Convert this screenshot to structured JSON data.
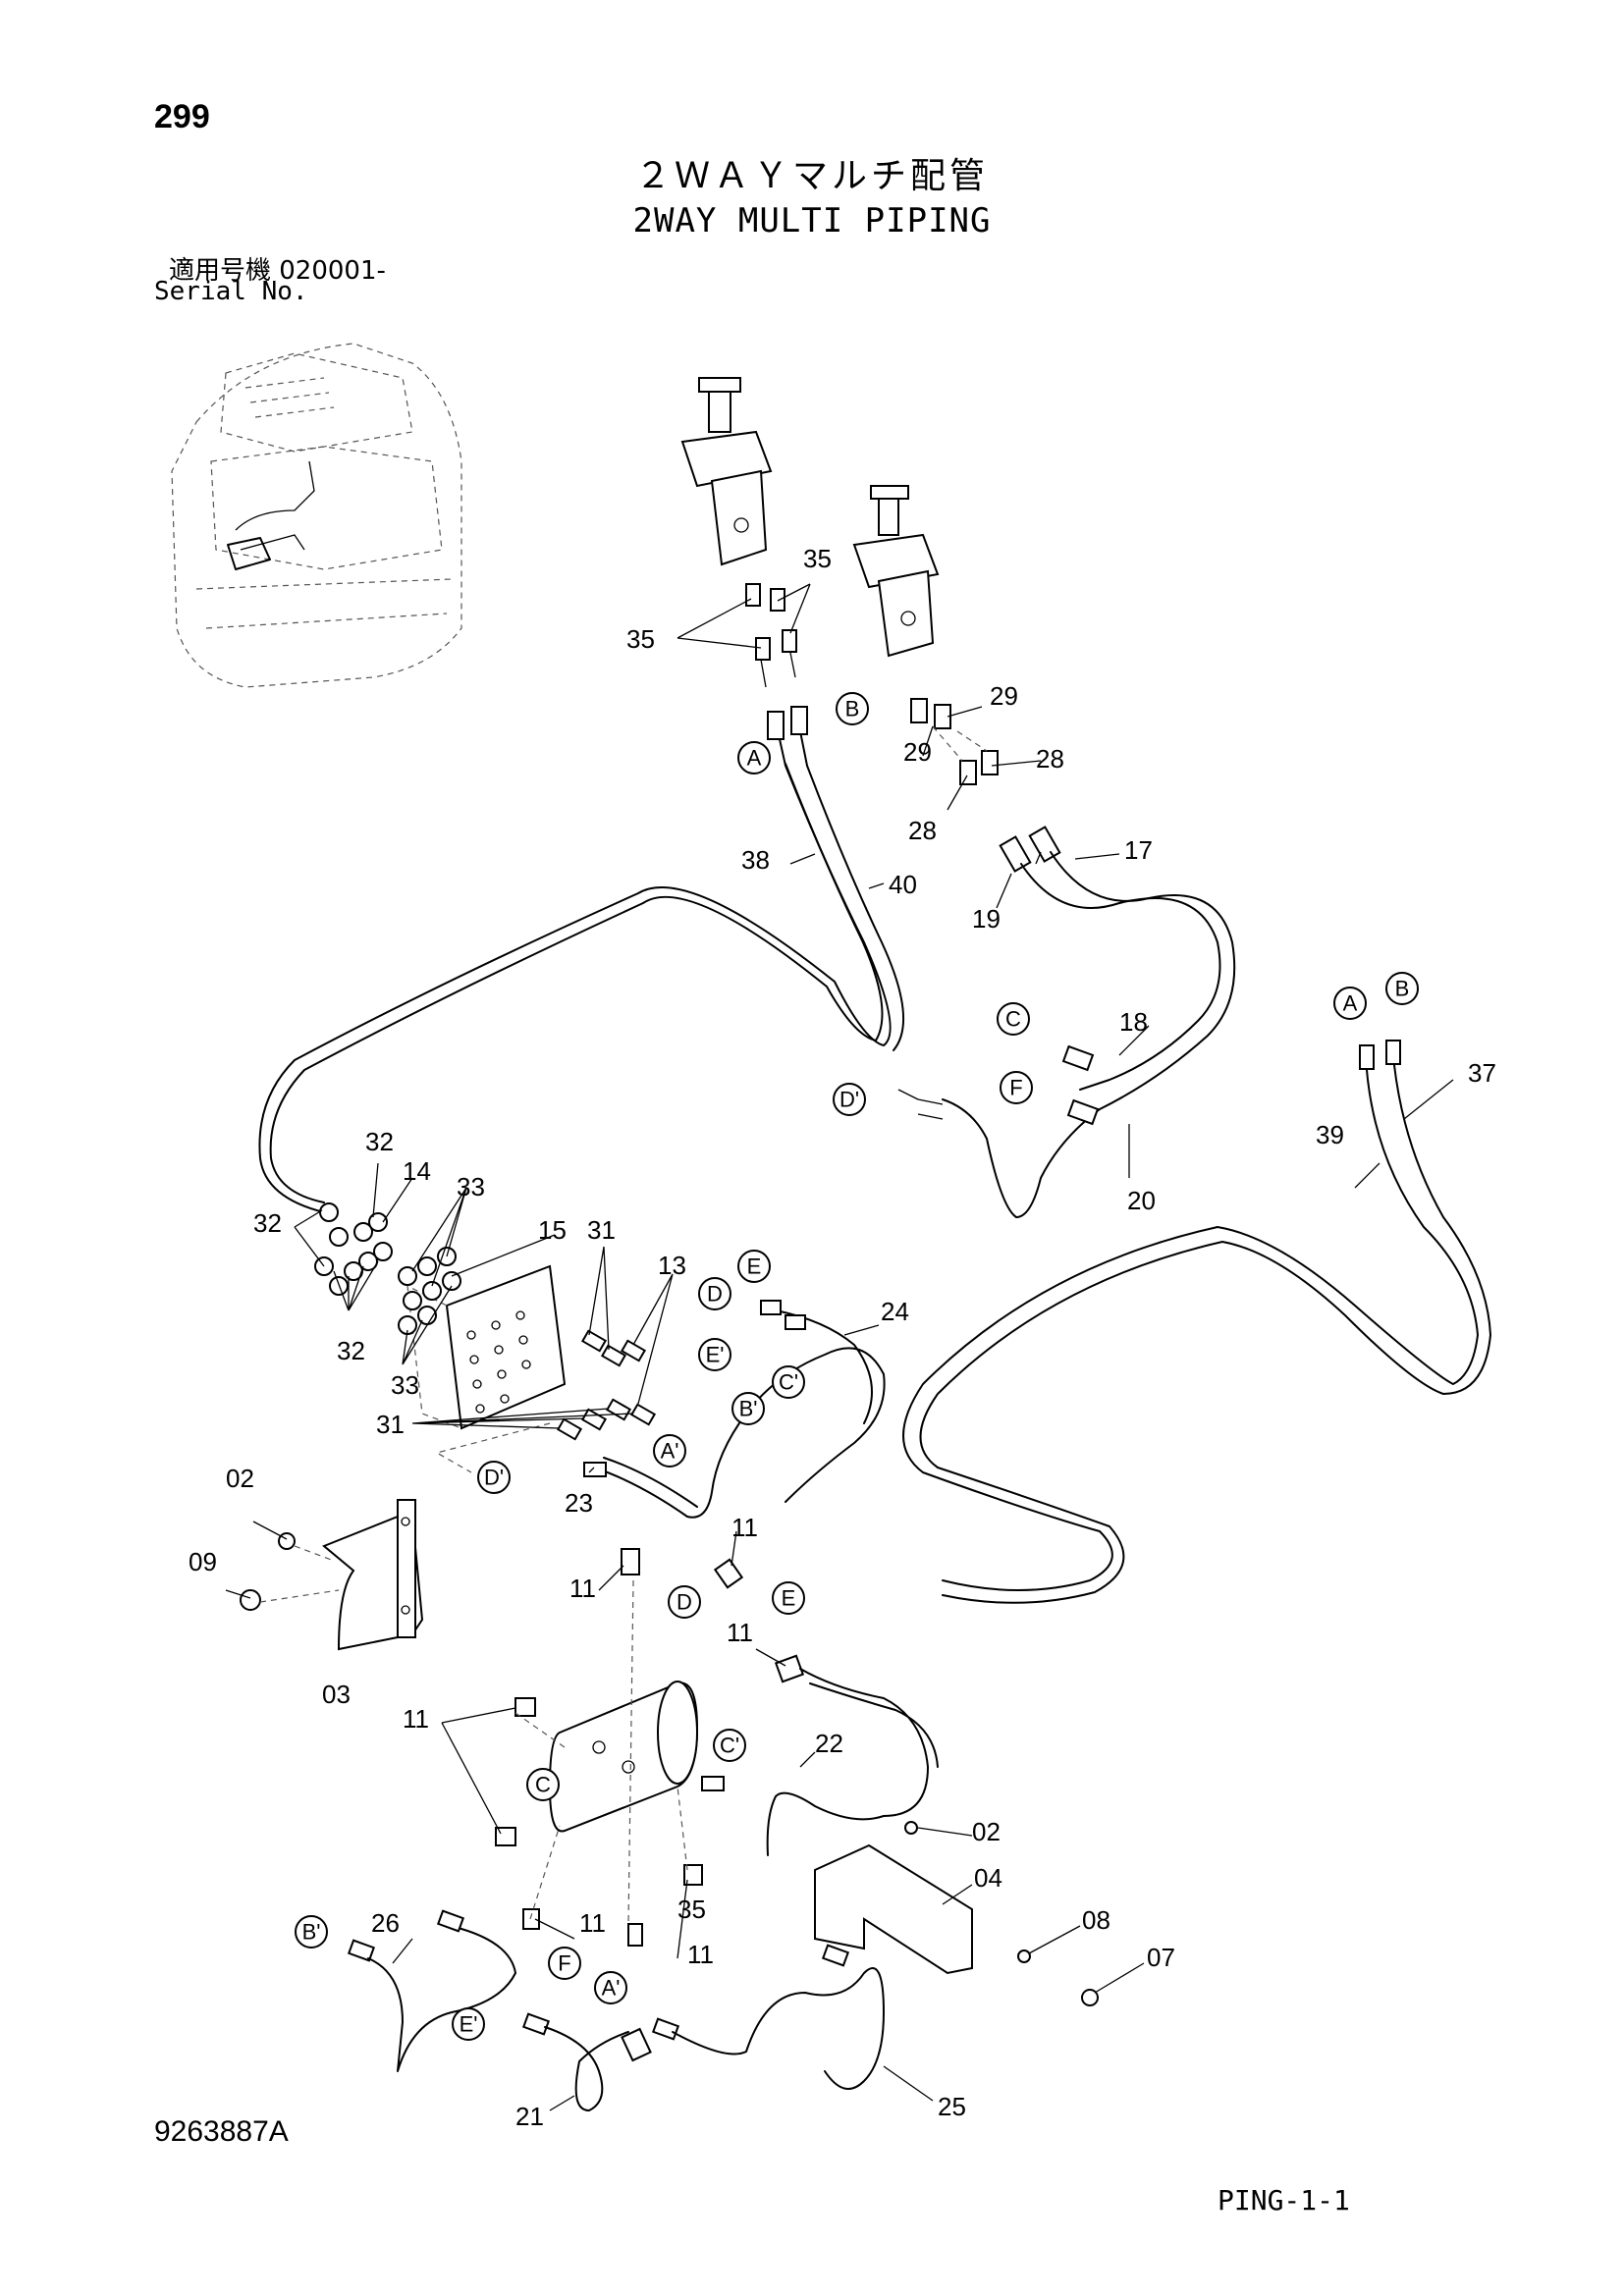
{
  "header": {
    "page_number": "299",
    "title_jp": "２ＷＡＹマルチ配管",
    "title_en": "2WAY MULTI PIPING",
    "serial_jp": "適用号機  020001-",
    "serial_en": "Serial No."
  },
  "footer": {
    "doc_code": "9263887A",
    "page_code": "PING-1-1"
  },
  "callouts": [
    {
      "id": "c35a",
      "label": "35"
    },
    {
      "id": "c35b",
      "label": "35"
    },
    {
      "id": "c35c",
      "label": "35"
    },
    {
      "id": "c29a",
      "label": "29"
    },
    {
      "id": "c29b",
      "label": "29"
    },
    {
      "id": "c28a",
      "label": "28"
    },
    {
      "id": "c28b",
      "label": "28"
    },
    {
      "id": "c17",
      "label": "17"
    },
    {
      "id": "c19",
      "label": "19"
    },
    {
      "id": "c38",
      "label": "38"
    },
    {
      "id": "c40",
      "label": "40"
    },
    {
      "id": "c18",
      "label": "18"
    },
    {
      "id": "c20",
      "label": "20"
    },
    {
      "id": "c37",
      "label": "37"
    },
    {
      "id": "c39",
      "label": "39"
    },
    {
      "id": "c32a",
      "label": "32"
    },
    {
      "id": "c32b",
      "label": "32"
    },
    {
      "id": "c32c",
      "label": "32"
    },
    {
      "id": "c14",
      "label": "14"
    },
    {
      "id": "c33a",
      "label": "33"
    },
    {
      "id": "c33b",
      "label": "33"
    },
    {
      "id": "c15",
      "label": "15"
    },
    {
      "id": "c31a",
      "label": "31"
    },
    {
      "id": "c31b",
      "label": "31"
    },
    {
      "id": "c13",
      "label": "13"
    },
    {
      "id": "c24",
      "label": "24"
    },
    {
      "id": "c23",
      "label": "23"
    },
    {
      "id": "c02a",
      "label": "02"
    },
    {
      "id": "c09",
      "label": "09"
    },
    {
      "id": "c03",
      "label": "03"
    },
    {
      "id": "c11a",
      "label": "11"
    },
    {
      "id": "c11b",
      "label": "11"
    },
    {
      "id": "c11c",
      "label": "11"
    },
    {
      "id": "c11d",
      "label": "11"
    },
    {
      "id": "c11e",
      "label": "11"
    },
    {
      "id": "c11f",
      "label": "11"
    },
    {
      "id": "c22",
      "label": "22"
    },
    {
      "id": "c02b",
      "label": "02"
    },
    {
      "id": "c04",
      "label": "04"
    },
    {
      "id": "c08",
      "label": "08"
    },
    {
      "id": "c07",
      "label": "07"
    },
    {
      "id": "c26",
      "label": "26"
    },
    {
      "id": "c21",
      "label": "21"
    },
    {
      "id": "c25",
      "label": "25"
    }
  ],
  "ref_markers": [
    {
      "id": "rA1",
      "letter": "A"
    },
    {
      "id": "rB1",
      "letter": "B"
    },
    {
      "id": "rC1",
      "letter": "C"
    },
    {
      "id": "rF1",
      "letter": "F"
    },
    {
      "id": "rDp1",
      "letter": "D'"
    },
    {
      "id": "rA2",
      "letter": "A"
    },
    {
      "id": "rB2",
      "letter": "B"
    },
    {
      "id": "rE1",
      "letter": "E"
    },
    {
      "id": "rD1",
      "letter": "D"
    },
    {
      "id": "rEp1",
      "letter": "E'"
    },
    {
      "id": "rCp1",
      "letter": "C'"
    },
    {
      "id": "rBp1",
      "letter": "B'"
    },
    {
      "id": "rAp1",
      "letter": "A'"
    },
    {
      "id": "rDp2",
      "letter": "D'"
    },
    {
      "id": "rD2",
      "letter": "D"
    },
    {
      "id": "rE2",
      "letter": "E"
    },
    {
      "id": "rC2",
      "letter": "C"
    },
    {
      "id": "rCp2",
      "letter": "C'"
    },
    {
      "id": "rBp2",
      "letter": "B'"
    },
    {
      "id": "rF2",
      "letter": "F"
    },
    {
      "id": "rAp2",
      "letter": "A'"
    },
    {
      "id": "rEp2",
      "letter": "E'"
    }
  ]
}
